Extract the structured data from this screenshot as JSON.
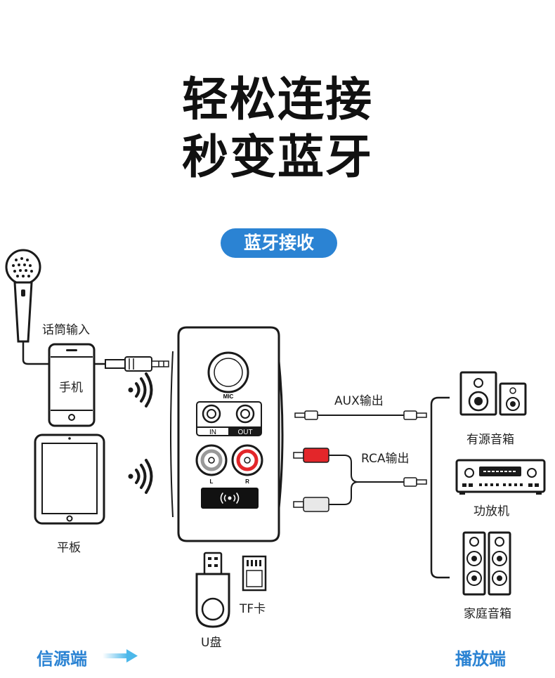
{
  "headline": {
    "line1": "轻松连接",
    "line2": "秒变蓝牙"
  },
  "badge": "蓝牙接收",
  "sources": {
    "mic": "话筒输入",
    "phone": "手机",
    "tablet": "平板",
    "usb": "U盘",
    "tf": "TF卡"
  },
  "device": {
    "mic_label": "MIC",
    "in_label": "IN",
    "out_label": "OUT",
    "left_label": "L",
    "right_label": "R"
  },
  "outputs": {
    "aux": "AUX输出",
    "rca": "RCA输出",
    "powered_speaker": "有源音箱",
    "amplifier": "功放机",
    "home_speaker": "家庭音箱"
  },
  "footer": {
    "source_end": "信源端",
    "player_end": "播放端"
  },
  "colors": {
    "accent": "#2b83d3",
    "rca_red": "#e3262a",
    "arrow": "#4cb8ea"
  }
}
